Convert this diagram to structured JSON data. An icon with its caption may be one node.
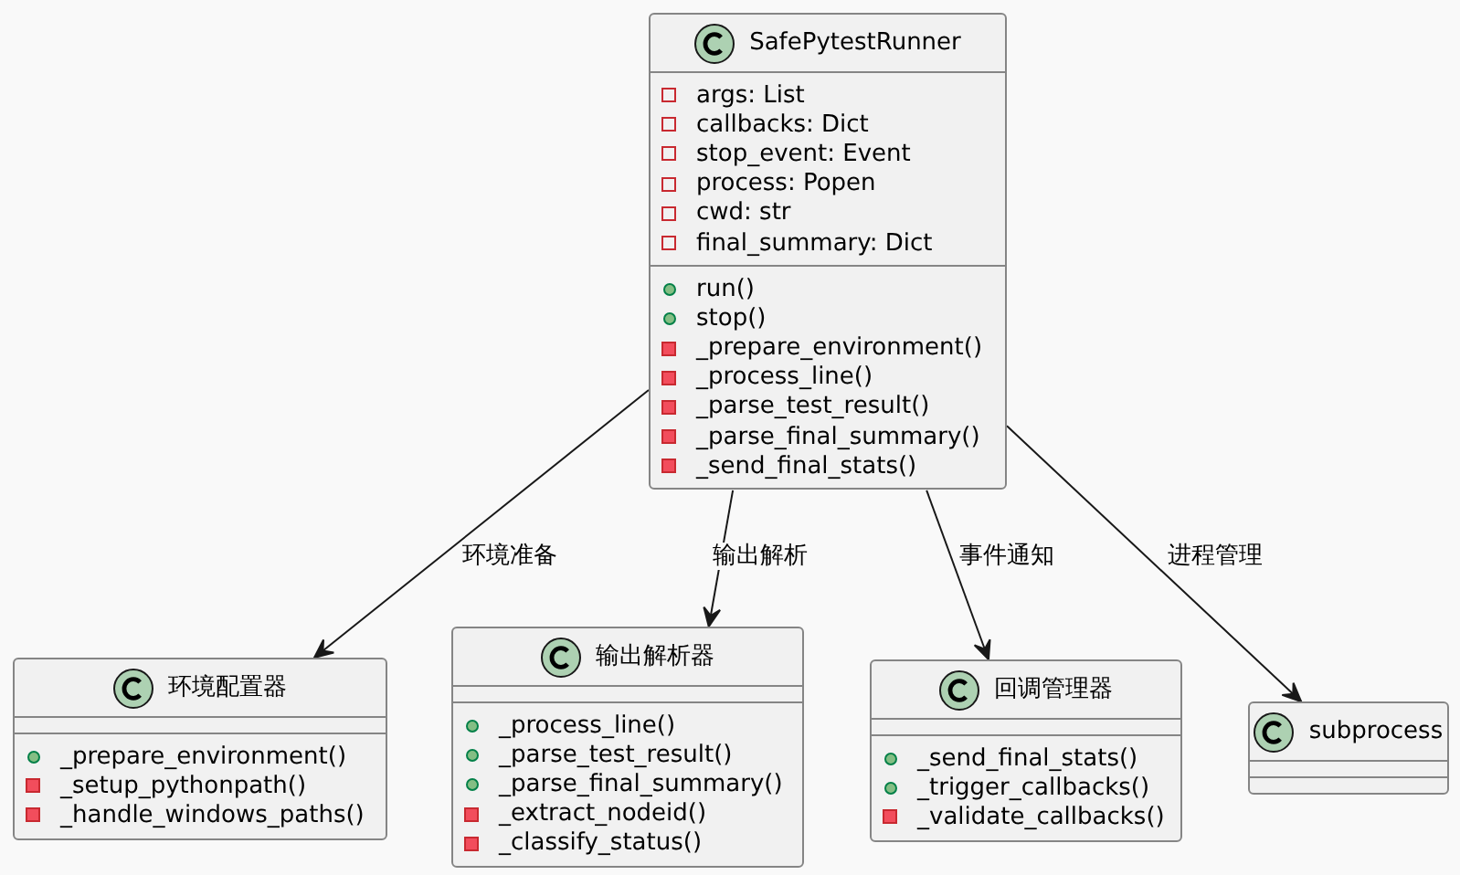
{
  "diagram": {
    "nodes": [
      {
        "text": [
          "SafePytestRunner",
          "args: List",
          "callbacks: Dict",
          "stop_event: Event",
          "process: Popen",
          "cwd: str",
          "final_summary: Dict",
          "run()",
          "stop()",
          "_prepare_environment()",
          "_process_line()",
          "_parse_test_result()",
          "_parse_final_summary()",
          "_send_final_stats()"
        ]
      },
      {
        "text": [
          "环境配置器",
          "_prepare_environment()",
          "_setup_pythonpath()",
          "_handle_windows_paths()"
        ]
      },
      {
        "text": [
          "输出解析器",
          "_process_line()",
          "_parse_test_result()",
          "_parse_final_summary()",
          "_extract_nodeid()",
          "_classify_status()"
        ]
      },
      {
        "text": [
          "回调管理器",
          "_send_final_stats()",
          "_trigger_callbacks()",
          "_validate_callbacks()"
        ]
      },
      {
        "text": [
          "subprocess"
        ]
      }
    ],
    "edges": [
      {
        "from": 0,
        "to": 1,
        "arrow": "to",
        "label": "环境准备"
      },
      {
        "from": 0,
        "to": 2,
        "arrow": "to",
        "label": "输出解析"
      },
      {
        "from": 0,
        "to": 3,
        "arrow": "to",
        "label": "事件通知"
      },
      {
        "from": 0,
        "to": 4,
        "arrow": "to",
        "label": "进程管理"
      }
    ]
  }
}
